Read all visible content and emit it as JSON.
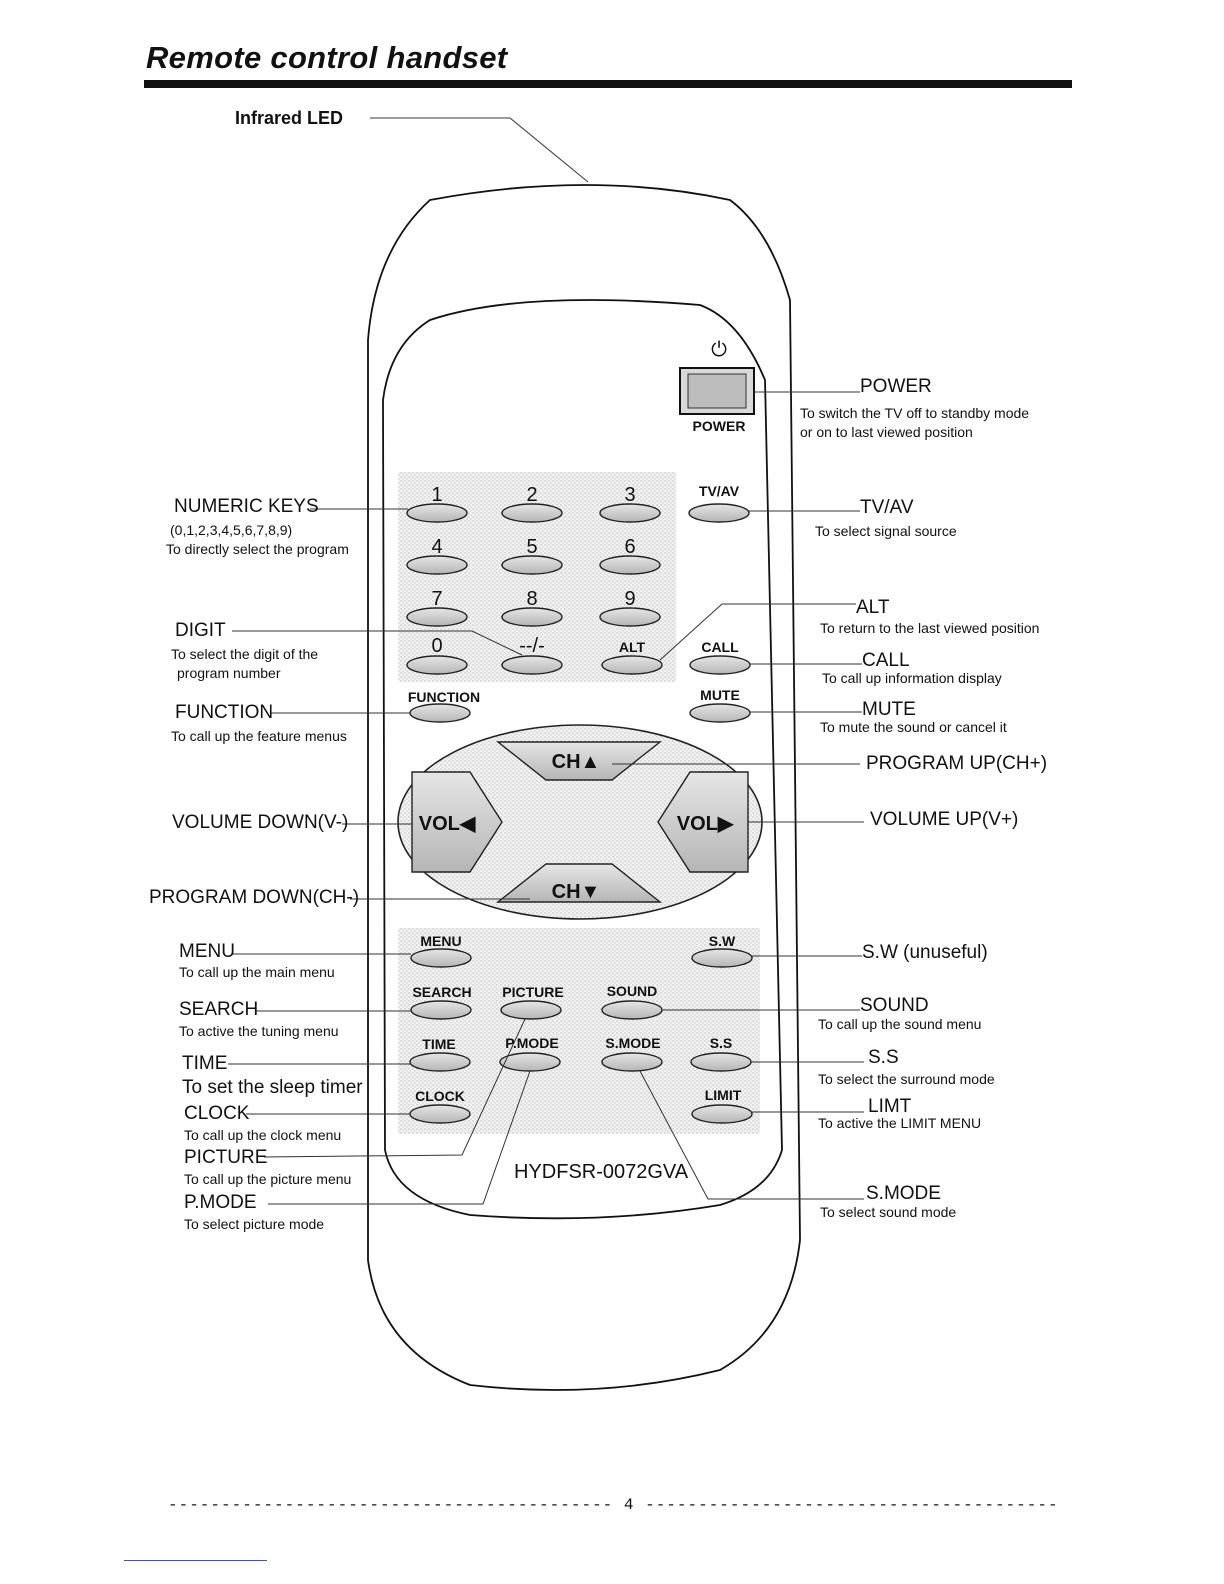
{
  "title": "Remote control handset",
  "infrared_led": "Infrared LED",
  "model": "HYDFSR-0072GVA",
  "page_number": "4",
  "remote_keys": {
    "power": "POWER",
    "power_symbol": "⏻",
    "tvav": "TV/AV",
    "numbers": [
      "1",
      "2",
      "3",
      "4",
      "5",
      "6",
      "7",
      "8",
      "9",
      "0"
    ],
    "digit": "--/-",
    "alt": "ALT",
    "call": "CALL",
    "function": "FUNCTION",
    "mute": "MUTE",
    "ch_up": "CH▲",
    "ch_down": "CH▼",
    "vol_left": "VOL◀",
    "vol_right": "VOL▶",
    "menu": "MENU",
    "sw": "S.W",
    "search": "SEARCH",
    "picture": "PICTURE",
    "sound": "SOUND",
    "time": "TIME",
    "pmode": "P.MODE",
    "smode": "S.MODE",
    "ss": "S.S",
    "clock": "CLOCK",
    "limit": "LIMIT"
  },
  "left_callouts": {
    "numeric": {
      "title": "NUMERIC KEYS",
      "line1": "(0,1,2,3,4,5,6,7,8,9)",
      "line2": "To directly select the program"
    },
    "digit": {
      "title": "DIGIT",
      "line1": "To select the digit of the",
      "line2": "program number"
    },
    "function": {
      "title": "FUNCTION",
      "line1": "To call up the feature menus"
    },
    "vol_down": {
      "title": "VOLUME DOWN(V-)"
    },
    "prog_down": {
      "title": "PROGRAM DOWN(CH-)"
    },
    "menu": {
      "title": "MENU",
      "line1": "To call up the main menu"
    },
    "search": {
      "title": "SEARCH",
      "line1": "To active the tuning menu"
    },
    "time": {
      "title": "TIME",
      "line1": "To set the sleep timer"
    },
    "clock": {
      "title": "CLOCK",
      "line1": "To call up the clock menu"
    },
    "picture": {
      "title": "PICTURE",
      "line1": "To call up the picture  menu"
    },
    "pmode": {
      "title": "P.MODE",
      "line1": "To select picture mode"
    }
  },
  "right_callouts": {
    "power": {
      "title": "POWER",
      "line1": "To switch the TV off to standby mode",
      "line2": "or on to last viewed position"
    },
    "tvav": {
      "title": "TV/AV",
      "line1": "To select signal source"
    },
    "alt": {
      "title": "ALT",
      "line1": "To return to the last viewed position"
    },
    "call": {
      "title": "CALL",
      "line1": "To call up information display"
    },
    "mute": {
      "title": "MUTE",
      "line1": "To mute the sound or cancel it"
    },
    "prog_up": {
      "title": "PROGRAM UP(CH+)"
    },
    "vol_up": {
      "title": "VOLUME UP(V+)"
    },
    "sw": {
      "title": "S.W (unuseful)"
    },
    "sound": {
      "title": "SOUND",
      "line1": "To call up  the sound menu"
    },
    "ss": {
      "title": "S.S",
      "line1": "To select the surround mode"
    },
    "limt": {
      "title": "LIMT",
      "line1": "To active the LIMIT MENU"
    },
    "smode": {
      "title": "S.MODE",
      "line1": "To select  sound mode"
    }
  }
}
